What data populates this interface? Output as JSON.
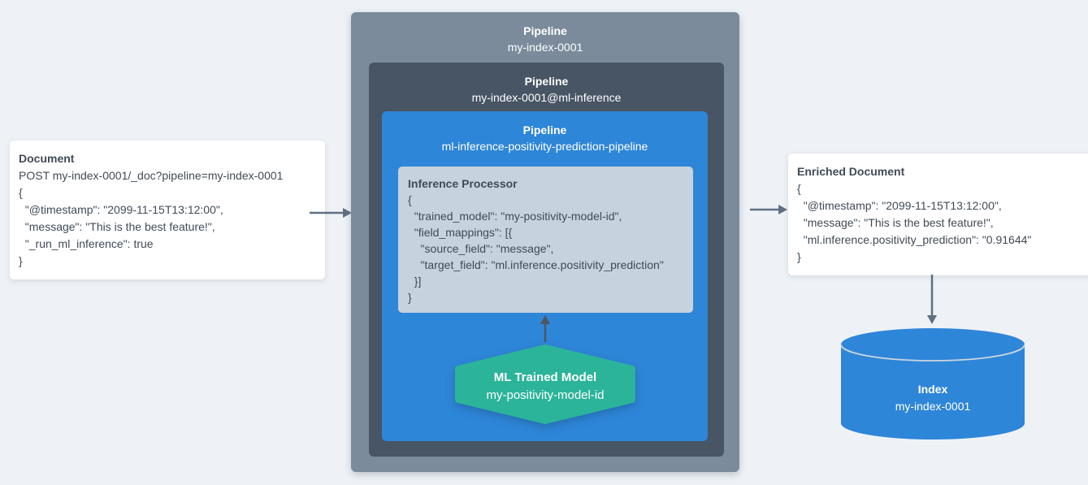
{
  "document_card": {
    "title": "Document",
    "lines": [
      "POST my-index-0001/_doc?pipeline=my-index-0001",
      "{",
      "  \"@timestamp\": \"2099-11-15T13:12:00\",",
      "  \"message\": \"This is the best feature!\",",
      "  \"_run_ml_inference\": true",
      "}"
    ]
  },
  "pipelines": {
    "outer": {
      "label": "Pipeline",
      "name": "my-index-0001"
    },
    "ml_inference": {
      "label": "Pipeline",
      "name": "my-index-0001@ml-inference"
    },
    "inference": {
      "label": "Pipeline",
      "name": "ml-inference-positivity-prediction-pipeline"
    }
  },
  "inference_processor": {
    "title": "Inference Processor",
    "lines": [
      "{",
      "  \"trained_model\": \"my-positivity-model-id\",",
      "  \"field_mappings\": [{",
      "    \"source_field\": \"message\",",
      "    \"target_field\": \"ml.inference.positivity_prediction\"",
      "  }]",
      "}"
    ]
  },
  "trained_model": {
    "label": "ML Trained Model",
    "name": "my-positivity-model-id"
  },
  "enriched_card": {
    "title": "Enriched Document",
    "lines": [
      "{",
      "  \"@timestamp\": \"2099-11-15T13:12:00\",",
      "  \"message\": \"This is the best feature!\",",
      "  \"ml.inference.positivity_prediction\": \"0.91644\"",
      "}"
    ]
  },
  "index_store": {
    "label": "Index",
    "name": "my-index-0001"
  },
  "colors": {
    "background": "#eef2f6",
    "outer_pipeline_box": "#7b8b9c",
    "ml_inference_pipeline_box": "#475565",
    "inference_pipeline_box": "#2e86d8",
    "processor_block": "#c6d2dd",
    "model_hexagon": "#2bb49a",
    "index_cylinder": "#2e86d8",
    "card_background": "#ffffff",
    "text_dark": "#3f4b57",
    "text_light": "#ffffff",
    "arrow": "#5f7082"
  }
}
